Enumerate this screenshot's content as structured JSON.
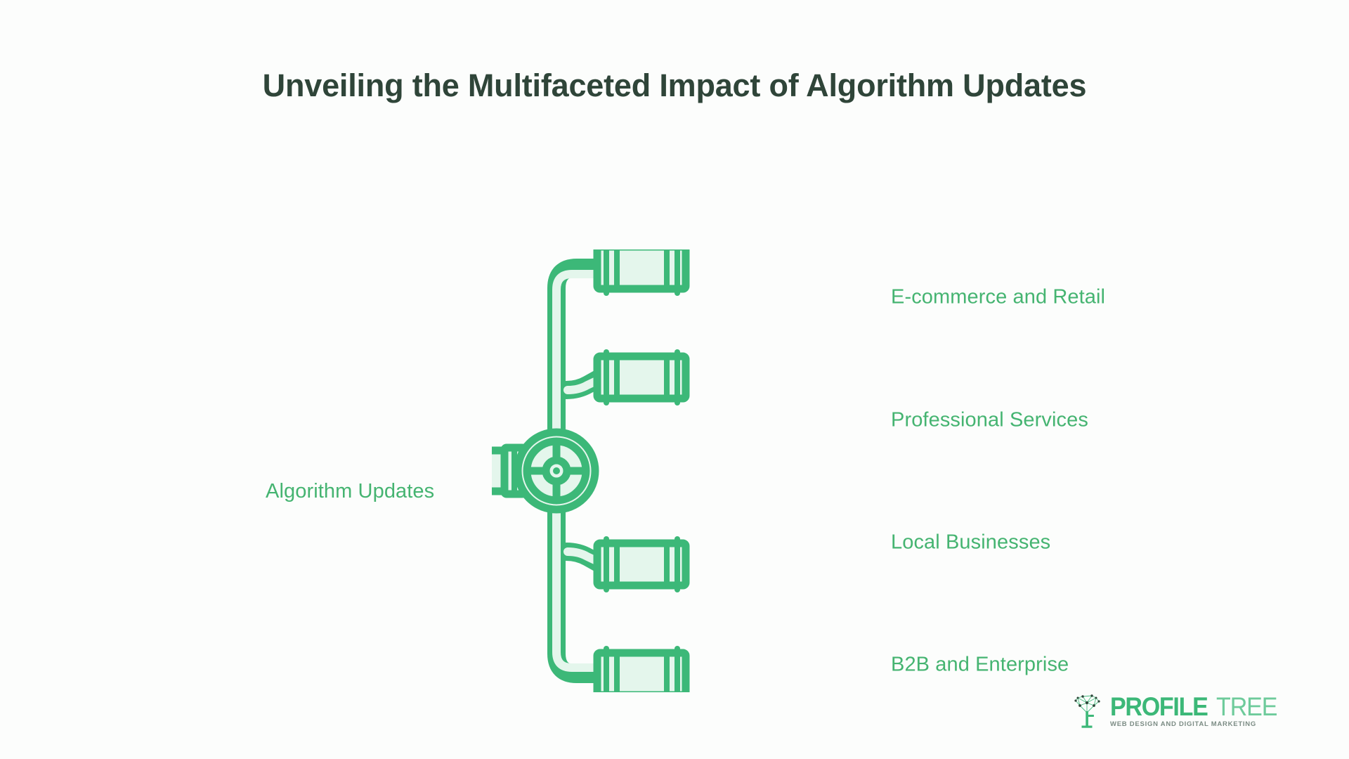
{
  "page": {
    "title": "Unveiling the Multifaceted Impact of Algorithm Updates",
    "background_color": "#fcfdfc",
    "title_color": "#2f4539"
  },
  "diagram": {
    "type": "pipe-manifold-splitter",
    "accent_color": "#3cb878",
    "pipe_stroke_color": "#3cb878",
    "pipe_fill_color": "#e4f6ec",
    "label_color": "#45b471",
    "source": {
      "label": "Algorithm Updates",
      "icon": "pipe-inlet-icon"
    },
    "hub": {
      "icon": "valve-wheel-icon"
    },
    "branches": [
      {
        "id": "ecommerce",
        "label": "E-commerce and Retail",
        "icon": "pipe-outlet-icon"
      },
      {
        "id": "professional",
        "label": "Professional Services",
        "icon": "pipe-outlet-icon"
      },
      {
        "id": "local",
        "label": "Local Businesses",
        "icon": "pipe-outlet-icon"
      },
      {
        "id": "b2b",
        "label": "B2B and Enterprise",
        "icon": "pipe-outlet-icon"
      }
    ]
  },
  "logo": {
    "mark_icon": "network-tree-icon",
    "word_primary": "PROFILE",
    "word_secondary": "TREE",
    "tagline": "WEB DESIGN AND DIGITAL MARKETING",
    "primary_color": "#3cb878",
    "secondary_color": "#6ecb9b",
    "tagline_color": "#7b8c84"
  }
}
